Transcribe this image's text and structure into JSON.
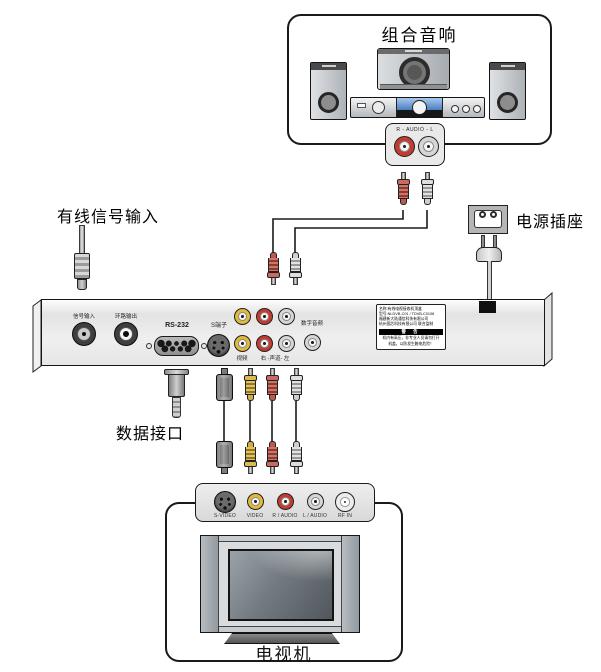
{
  "colors": {
    "rca_yellow": "#e2b93b",
    "rca_red": "#c43c31",
    "rca_white": "#d6d6d6",
    "receiver_blue": "#4a7fc0",
    "panel_gray": "#ececec"
  },
  "audio_system": {
    "title": "组合音响"
  },
  "rca_pair": {
    "label": "R - AUDIO - L"
  },
  "labels": {
    "cable_input": "有线信号输入",
    "power_socket": "电源插座",
    "data_port": "数据接口",
    "tv": "电视机"
  },
  "rear_panel": {
    "signal_in": "信号输入",
    "loop_out": "环路输出",
    "rs232": "RS-232",
    "s_terminal": "S端子",
    "video": "视频",
    "audio_channels": "右 -声道- 左",
    "digital_audio": "数字音频",
    "sticker": {
      "lines": [
        "名称:有线电视接收机顶盒",
        "型号:NLDVB-C01 / TDVB-C0108",
        "福建新大陆通信科技有限公司",
        "杭州国芯科技有限公司  联合监制"
      ],
      "warning_title": "警 告",
      "warning_lines": [
        "机内有高压，非专业人员请勿打开",
        "机盖，以防发生触电危险！"
      ]
    }
  },
  "tv_panel": {
    "jacks": [
      "S-VIDEO",
      "VIDEO",
      "R / AUDIO",
      "L / AUDIO",
      "RF IN"
    ]
  }
}
